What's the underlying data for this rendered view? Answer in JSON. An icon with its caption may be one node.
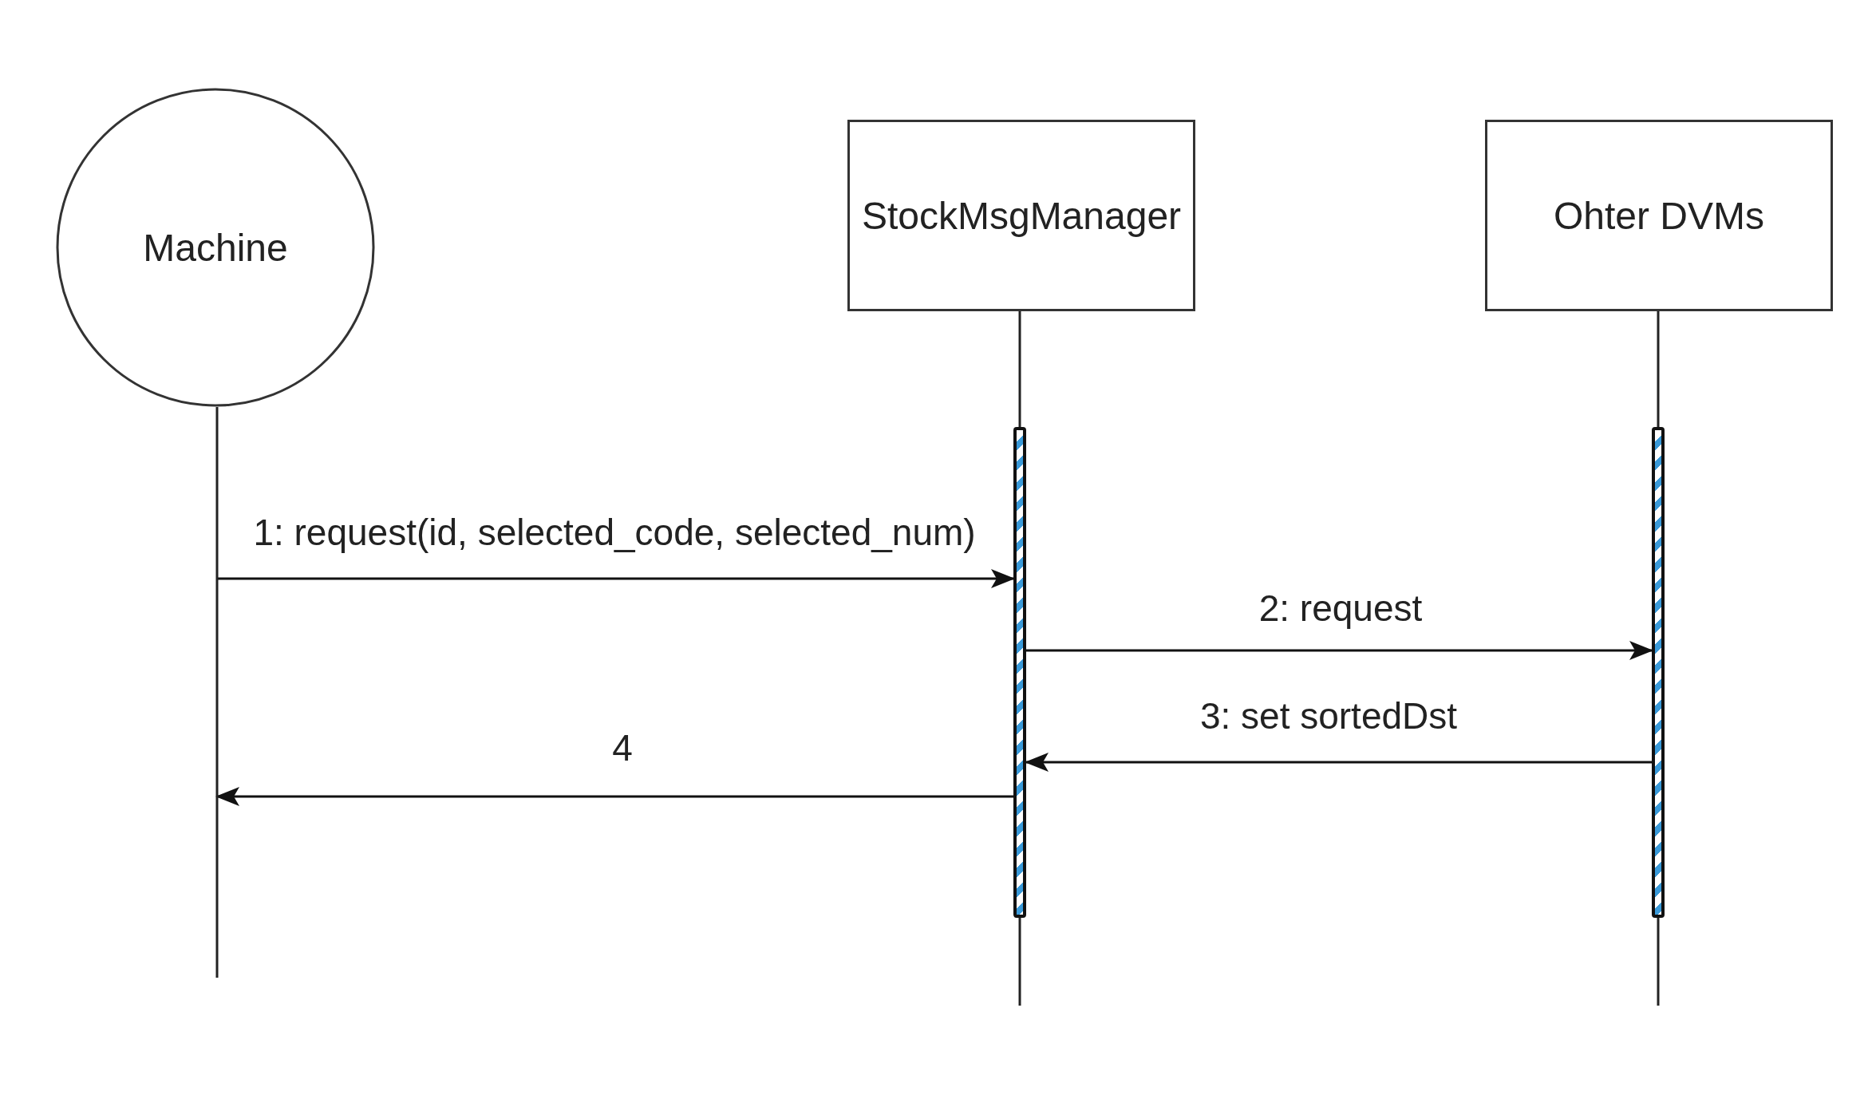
{
  "diagram": {
    "nodes": [
      {
        "text": [
          "Machine"
        ]
      },
      {
        "text": [
          "StockMsgManager"
        ]
      },
      {
        "text": [
          "Ohter DVMs"
        ]
      },
      {
        "text": [],
        "shape": "bar"
      },
      {
        "text": [],
        "shape": "bar"
      }
    ],
    "edges": [
      {
        "from": 1,
        "to": 3,
        "arrow": "none"
      },
      {
        "from": 3,
        "to": null,
        "arrow": "none"
      },
      {
        "from": 2,
        "to": 4,
        "arrow": "none"
      },
      {
        "from": 4,
        "to": null,
        "arrow": "none"
      },
      {
        "from": 0,
        "to": 3,
        "arrow": "to",
        "label": "1: request(id, selected_code, selected_num)"
      },
      {
        "from": 3,
        "to": 4,
        "arrow": "to",
        "label": "2: request"
      },
      {
        "from": 4,
        "to": 3,
        "arrow": "to",
        "label": "3: set sortedDst"
      },
      {
        "from": 3,
        "to": 0,
        "arrow": "to",
        "label": "4"
      }
    ]
  }
}
